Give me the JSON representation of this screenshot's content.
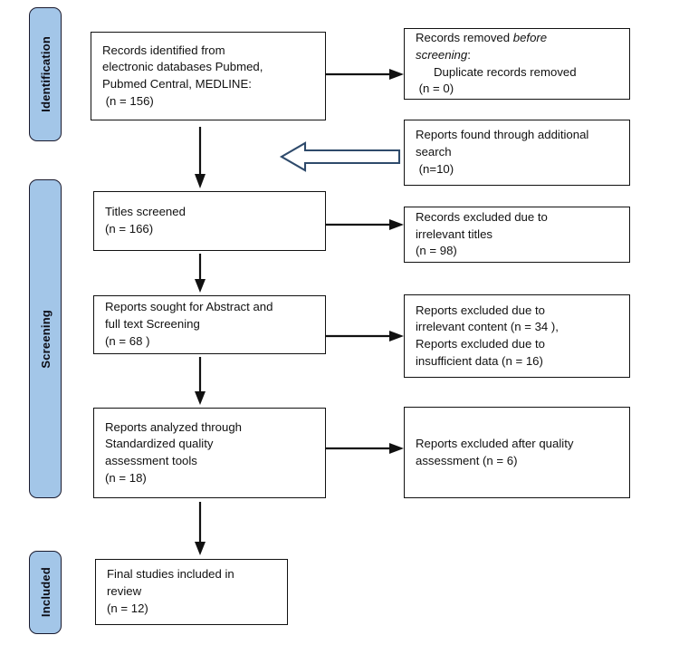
{
  "diagram": {
    "title": "PRISMA flow diagram",
    "accent_blue": "#a3c6e8",
    "box_border": "#111111",
    "block_arrow_color": "#2e4a6b"
  },
  "stages": [
    {
      "id": "identification",
      "label": "Identification"
    },
    {
      "id": "screening",
      "label": "Screening"
    },
    {
      "id": "included",
      "label": "Included"
    }
  ],
  "boxes": {
    "records_identified": {
      "lines": [
        "Records identified from",
        "electronic databases Pubmed,",
        "Pubmed Central, MEDLINE:",
        " (n = 156)"
      ]
    },
    "records_removed": {
      "line1_normal": "Records removed ",
      "line1_italic": "before",
      "line2_italic": "screening",
      "line2_normal": ":",
      "line3": "Duplicate records removed",
      "line4": " (n = 0)"
    },
    "reports_additional": {
      "lines": [
        "Reports found through additional",
        "search",
        " (n=10)"
      ]
    },
    "titles_screened": {
      "lines": [
        "Titles screened",
        "(n = 166)"
      ]
    },
    "records_excluded_titles": {
      "lines": [
        "Records excluded due to",
        "irrelevant titles",
        "(n = 98)"
      ]
    },
    "reports_sought": {
      "lines": [
        "Reports sought for Abstract and",
        "full text Screening",
        "(n = 68 )"
      ]
    },
    "reports_excluded_content": {
      "lines": [
        "Reports excluded due to",
        "irrelevant content (n = 34 ),",
        "Reports excluded due to",
        "insufficient data (n = 16)"
      ]
    },
    "reports_analyzed": {
      "lines": [
        "Reports analyzed through",
        "Standardized quality",
        "assessment tools",
        "(n = 18)"
      ]
    },
    "reports_excluded_quality": {
      "lines": [
        "Reports excluded after quality",
        "assessment (n = 6)"
      ]
    },
    "final_studies": {
      "lines": [
        "Final studies included in",
        "review",
        "(n = 12)"
      ]
    }
  },
  "counts": {
    "identified": 156,
    "duplicates_removed": 0,
    "additional_search": 10,
    "titles_screened": 166,
    "excluded_irrelevant_titles": 98,
    "reports_sought": 68,
    "excluded_irrelevant_content": 34,
    "excluded_insufficient_data": 16,
    "reports_analyzed": 18,
    "excluded_after_quality": 6,
    "final_included": 12
  }
}
